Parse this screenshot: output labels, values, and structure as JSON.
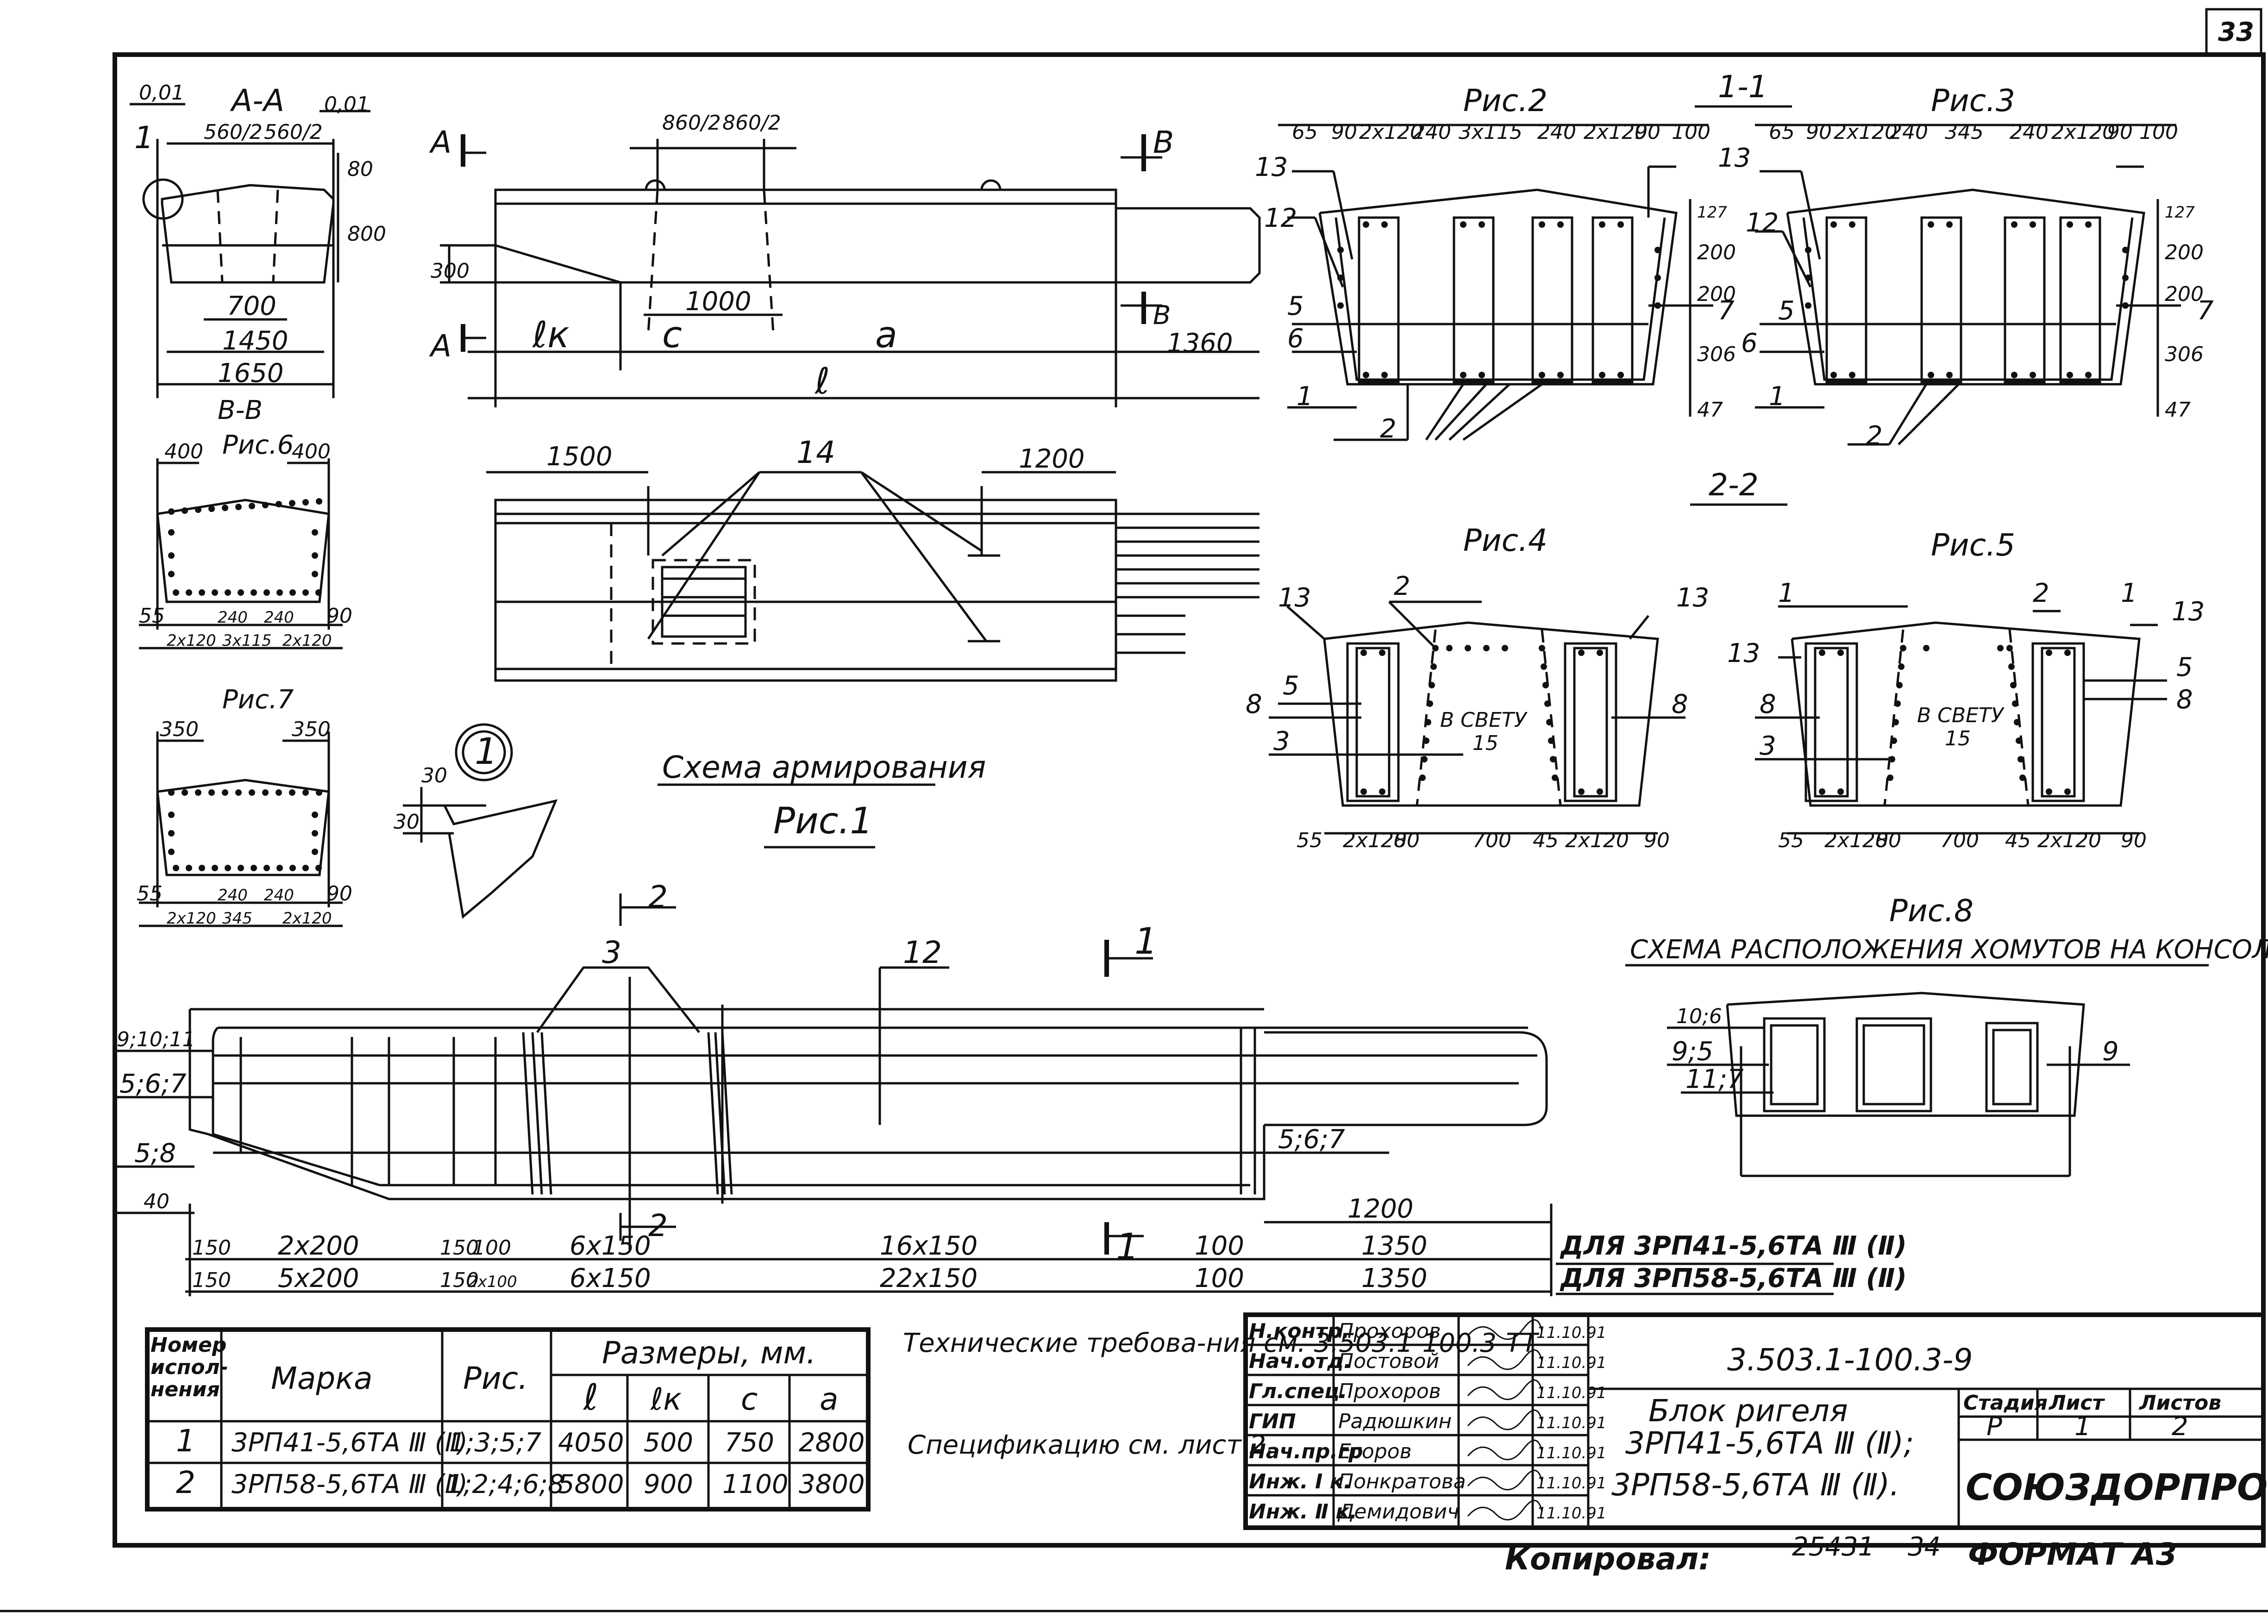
{
  "sheet": {
    "page_number": "33",
    "format": "ФОРМАТ А3",
    "copied_by": "Копировал:",
    "copy_numbers": [
      "25431",
      "34"
    ]
  },
  "views": {
    "section_AA": {
      "label": "А-А",
      "dims": [
        "0,01",
        "0,01",
        "560/2",
        "560/2",
        "80",
        "800",
        "700",
        "1450",
        "1650"
      ],
      "callout": "1"
    },
    "section_BB": {
      "label": "В-В"
    },
    "fig6": {
      "label": "Рис.6",
      "dims": [
        "400",
        "400",
        "55",
        "240",
        "240",
        "90",
        "2х120",
        "3х115",
        "2х120"
      ]
    },
    "fig7": {
      "label": "Рис.7",
      "dims": [
        "350",
        "350",
        "55",
        "240",
        "240",
        "90",
        "2х120",
        "345",
        "2х120"
      ]
    },
    "node1": {
      "label": "1",
      "dims": [
        "30",
        "30"
      ]
    },
    "elevation": {
      "marks": [
        "А",
        "А",
        "В",
        "В"
      ],
      "dims": [
        "860/2",
        "860/2",
        "300",
        "1000",
        "ℓк",
        "с",
        "а",
        "ℓ",
        "1360"
      ]
    },
    "plan": {
      "dims": [
        "1500",
        "14",
        "1200"
      ]
    },
    "scheme_label": "Схема армирования",
    "fig1_label": "Рис.1",
    "fig2": {
      "label": "Рис.2",
      "dims": [
        "65",
        "90",
        "2х120",
        "240",
        "3х115",
        "240",
        "2х120",
        "90",
        "100",
        "127",
        "200",
        "200",
        "306",
        "47"
      ],
      "callouts": [
        "13",
        "12",
        "5",
        "6",
        "1",
        "2",
        "7"
      ]
    },
    "section_11": {
      "label": "1-1"
    },
    "fig3": {
      "label": "Рис.3",
      "dims": [
        "65",
        "90",
        "2х120",
        "240",
        "345",
        "240",
        "2х120",
        "90",
        "100",
        "127",
        "200",
        "200",
        "306",
        "47"
      ],
      "callouts": [
        "13",
        "12",
        "5",
        "6",
        "1",
        "2",
        "7"
      ]
    },
    "section_22": {
      "label": "2-2"
    },
    "fig4": {
      "label": "Рис.4",
      "dims": [
        "55",
        "2х120",
        "80",
        "700",
        "45",
        "2х120",
        "90"
      ],
      "callouts": [
        "13",
        "2",
        "13",
        "5",
        "8",
        "3",
        "8"
      ],
      "note": "В СВЕТУ",
      "note_val": "15"
    },
    "fig5": {
      "label": "Рис.5",
      "dims": [
        "55",
        "2х120",
        "80",
        "700",
        "45",
        "2х120",
        "90"
      ],
      "callouts": [
        "1",
        "2",
        "1",
        "13",
        "13",
        "5",
        "8",
        "8",
        "3"
      ],
      "note": "В СВЕТУ",
      "note_val": "15"
    },
    "fig8": {
      "label": "Рис.8",
      "title": "СХЕМА РАСПОЛОЖЕНИЯ ХОМУТОВ НА КОНСОЛИ",
      "callouts": [
        "10;6",
        "9;5",
        "11;7",
        "9"
      ]
    },
    "main": {
      "callouts": [
        "2",
        "3",
        "12",
        "1",
        "2",
        "1",
        "9;10;11",
        "5;6;7",
        "5;8",
        "40",
        "5;6;7",
        "1200"
      ],
      "row1": [
        "150",
        "2х200",
        "150",
        "100",
        "6х150",
        "16х150",
        "100",
        "1350"
      ],
      "row2": [
        "150",
        "5х200",
        "150",
        "2х100",
        "6х150",
        "22х150",
        "100",
        "1350"
      ],
      "note1": "ДЛЯ 3РП41-5,6ТА Ⅲ (Ⅱ)",
      "note2": "ДЛЯ 3РП58-5,6ТА Ⅲ (Ⅱ)"
    }
  },
  "table": {
    "headers": {
      "num": "Номер испол-нения",
      "mark": "Марка",
      "fig": "Рис.",
      "sizes": "Размеры, мм.",
      "l": "ℓ",
      "lk": "ℓк",
      "c": "с",
      "a": "а"
    },
    "rows": [
      {
        "num": "1",
        "mark": "3РП41-5,6ТА Ⅲ (Ⅱ)",
        "fig": "1;3;5;7",
        "l": "4050",
        "lk": "500",
        "c": "750",
        "a": "2800"
      },
      {
        "num": "2",
        "mark": "3РП58-5,6ТА Ⅲ (Ⅱ)",
        "fig": "1;2;4;6;8",
        "l": "5800",
        "lk": "900",
        "c": "1100",
        "a": "3800"
      }
    ]
  },
  "notes": {
    "tech": "Технические требова-ния см. 3.503.1-100.3-ТТ",
    "spec": "Спецификацию см. лист 2."
  },
  "titleblock": {
    "people": [
      {
        "role": "Н.контр.",
        "name": "Прохоров",
        "date": "11.10.91"
      },
      {
        "role": "Нач.отд.",
        "name": "Постовой",
        "date": "11.10.91"
      },
      {
        "role": "Гл.спец.",
        "name": "Прохоров",
        "date": "11.10.91"
      },
      {
        "role": "ГИП",
        "name": "Радюшкин",
        "date": "11.10.91"
      },
      {
        "role": "Нач.пр.гр",
        "name": "Егоров",
        "date": "11.10.91"
      },
      {
        "role": "Инж. Ⅰ к.",
        "name": "Понкратова",
        "date": "11.10.91"
      },
      {
        "role": "Инж. Ⅱ к.",
        "name": "Демидович",
        "date": "11.10.91"
      }
    ],
    "code": "3.503.1-100.3-9",
    "title_lines": [
      "Блок ригеля",
      "3РП41-5,6ТА Ⅲ (Ⅱ);",
      "3РП58-5,6ТА Ⅲ (Ⅱ)."
    ],
    "stage_h": "Стадия",
    "sheet_h": "Лист",
    "sheets_h": "Листов",
    "stage": "Р",
    "sheet": "1",
    "sheets": "2",
    "org": "СОЮЗДОРПРОЕКТ"
  }
}
